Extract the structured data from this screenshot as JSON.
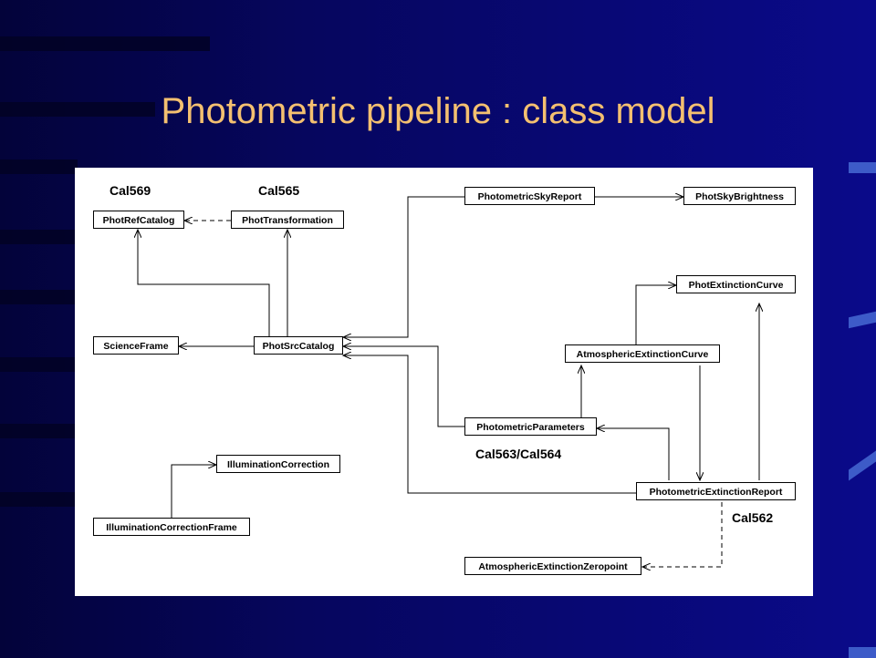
{
  "slide": {
    "title": "Photometric pipeline : class model"
  },
  "diagram": {
    "classes": {
      "phot_ref_catalog": "PhotRefCatalog",
      "phot_transformation": "PhotTransformation",
      "photometric_sky_report": "PhotometricSkyReport",
      "phot_sky_brightness": "PhotSkyBrightness",
      "phot_extinction_curve": "PhotExtinctionCurve",
      "science_frame": "ScienceFrame",
      "phot_src_catalog": "PhotSrcCatalog",
      "atmospheric_extinction_curve": "AtmosphericExtinctionCurve",
      "photometric_parameters": "PhotometricParameters",
      "illumination_correction": "IlluminationCorrection",
      "photometric_extinction_report": "PhotometricExtinctionReport",
      "illumination_correction_frame": "IlluminationCorrectionFrame",
      "atmospheric_extinction_zeropoint": "AtmosphericExtinctionZeropoint"
    },
    "labels": {
      "cal569": "Cal569",
      "cal565": "Cal565",
      "cal563_564": "Cal563/Cal564",
      "cal562": "Cal562"
    }
  }
}
